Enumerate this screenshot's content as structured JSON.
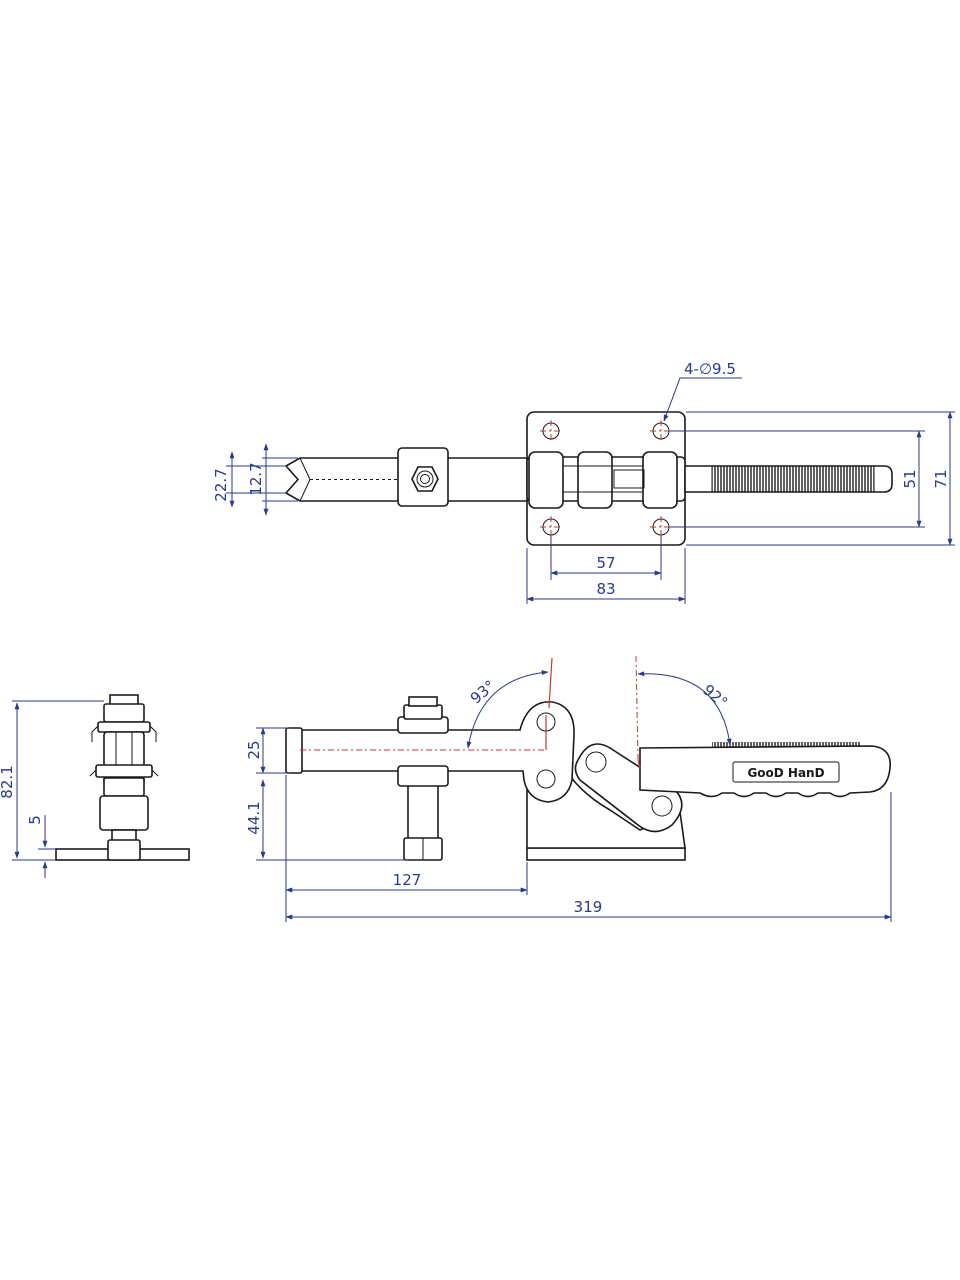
{
  "colors": {
    "outline": "#1a1a1a",
    "dimension": "#2a3a8c",
    "centerline": "#c0392b"
  },
  "labels": {
    "hole_spec": "4-∅9.5",
    "dim_22_7": "22.7",
    "dim_12_7": "12.7",
    "dim_51": "51",
    "dim_71": "71",
    "dim_57": "57",
    "dim_83": "83",
    "dim_82_1": "82.1",
    "dim_5": "5",
    "dim_25": "25",
    "dim_44_1": "44.1",
    "dim_127": "127",
    "dim_319": "319",
    "angle_93": "93°",
    "angle_92": "92°",
    "handle_brand": "GooD HanD"
  }
}
